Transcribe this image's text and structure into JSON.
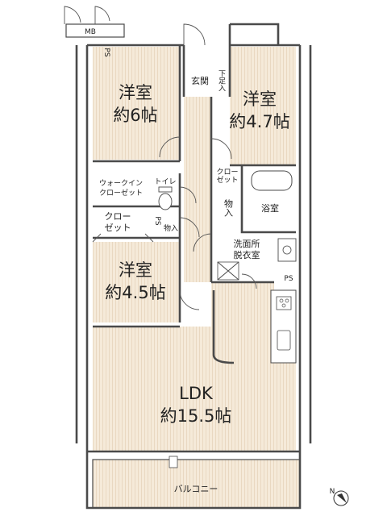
{
  "rooms": {
    "bedroom1": {
      "name": "洋室",
      "size": "約6帖"
    },
    "bedroom2": {
      "name": "洋室",
      "size": "約4.7帖"
    },
    "bedroom3": {
      "name": "洋室",
      "size": "約4.5帖"
    },
    "ldk": {
      "name": "LDK",
      "size": "約15.5帖"
    },
    "entrance": "玄関",
    "shoe_cabinet": "下足入",
    "walkin_closet_line1": "ウォークイン",
    "walkin_closet_line2": "クローゼット",
    "toilet": "トイレ",
    "closet_line1": "クロー",
    "closet_line2": "ゼット",
    "small_closet_line1": "クロー",
    "small_closet_line2": "ゼット",
    "storage": "物入",
    "storage_small": "物入",
    "bathroom": "浴室",
    "washroom_line1": "洗面所",
    "washroom_line2": "脱衣室",
    "balcony": "バルコニー"
  },
  "labels": {
    "mb": "MB",
    "ps_top": "PS",
    "ps_mid": "PS",
    "ps_kitchen": "PS"
  },
  "compass": "N"
}
